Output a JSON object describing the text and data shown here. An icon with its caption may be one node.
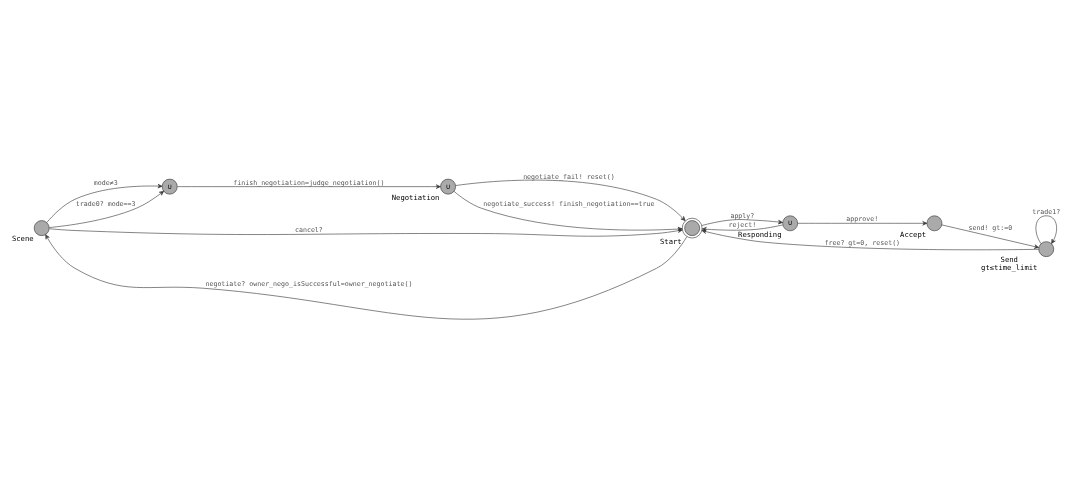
{
  "diagram": {
    "nodes": [
      {
        "text": [],
        "shape": "circle",
        "beside": [
          "Scene"
        ]
      },
      {
        "text": [
          "∪"
        ]
      },
      {
        "text": [
          "∪"
        ],
        "beside": [
          "Negotiation"
        ]
      },
      {
        "text": [],
        "shape": "circle",
        "beside": [
          "Start"
        ]
      },
      {
        "text": [
          "∪"
        ],
        "beside": [
          "Responding"
        ]
      },
      {
        "text": [],
        "shape": "circle",
        "beside": [
          "Accept"
        ]
      },
      {
        "text": [],
        "shape": "circle",
        "beside": [
          "Send",
          "gt≤time_limit"
        ]
      }
    ],
    "edges": [
      {
        "from": 3,
        "to": 0,
        "arrow": "to",
        "label": "negotiate? owner_nego_isSuccessful=owner_negotiate()"
      },
      {
        "from": 0,
        "to": 3,
        "arrow": "to",
        "label": "cancel?"
      },
      {
        "from": 0,
        "to": 1,
        "arrow": "to",
        "label": "mode≠3"
      },
      {
        "from": 0,
        "to": 1,
        "arrow": "to",
        "label": "trade0? mode==3"
      },
      {
        "from": 1,
        "to": 2,
        "arrow": "to",
        "label": "finish_negotiation=judge_negotiation()"
      },
      {
        "from": 2,
        "to": 3,
        "arrow": "to",
        "label": "negotiate_fail! reset()"
      },
      {
        "from": 2,
        "to": 3,
        "arrow": "to",
        "label": "negotiate_success! finish_negotiation==true"
      },
      {
        "from": 3,
        "to": 4,
        "arrow": "to",
        "label": "apply?"
      },
      {
        "from": 4,
        "to": 3,
        "arrow": "to",
        "label": "reject!"
      },
      {
        "from": 4,
        "to": 5,
        "arrow": "to",
        "label": "approve!"
      },
      {
        "from": 5,
        "to": 6,
        "arrow": "to",
        "label": "send! gt:=0"
      },
      {
        "from": 6,
        "to": 6,
        "arrow": "to",
        "label": "trade1?"
      },
      {
        "from": 6,
        "to": 3,
        "arrow": "to",
        "label": "free? gt=0, reset()"
      }
    ]
  }
}
